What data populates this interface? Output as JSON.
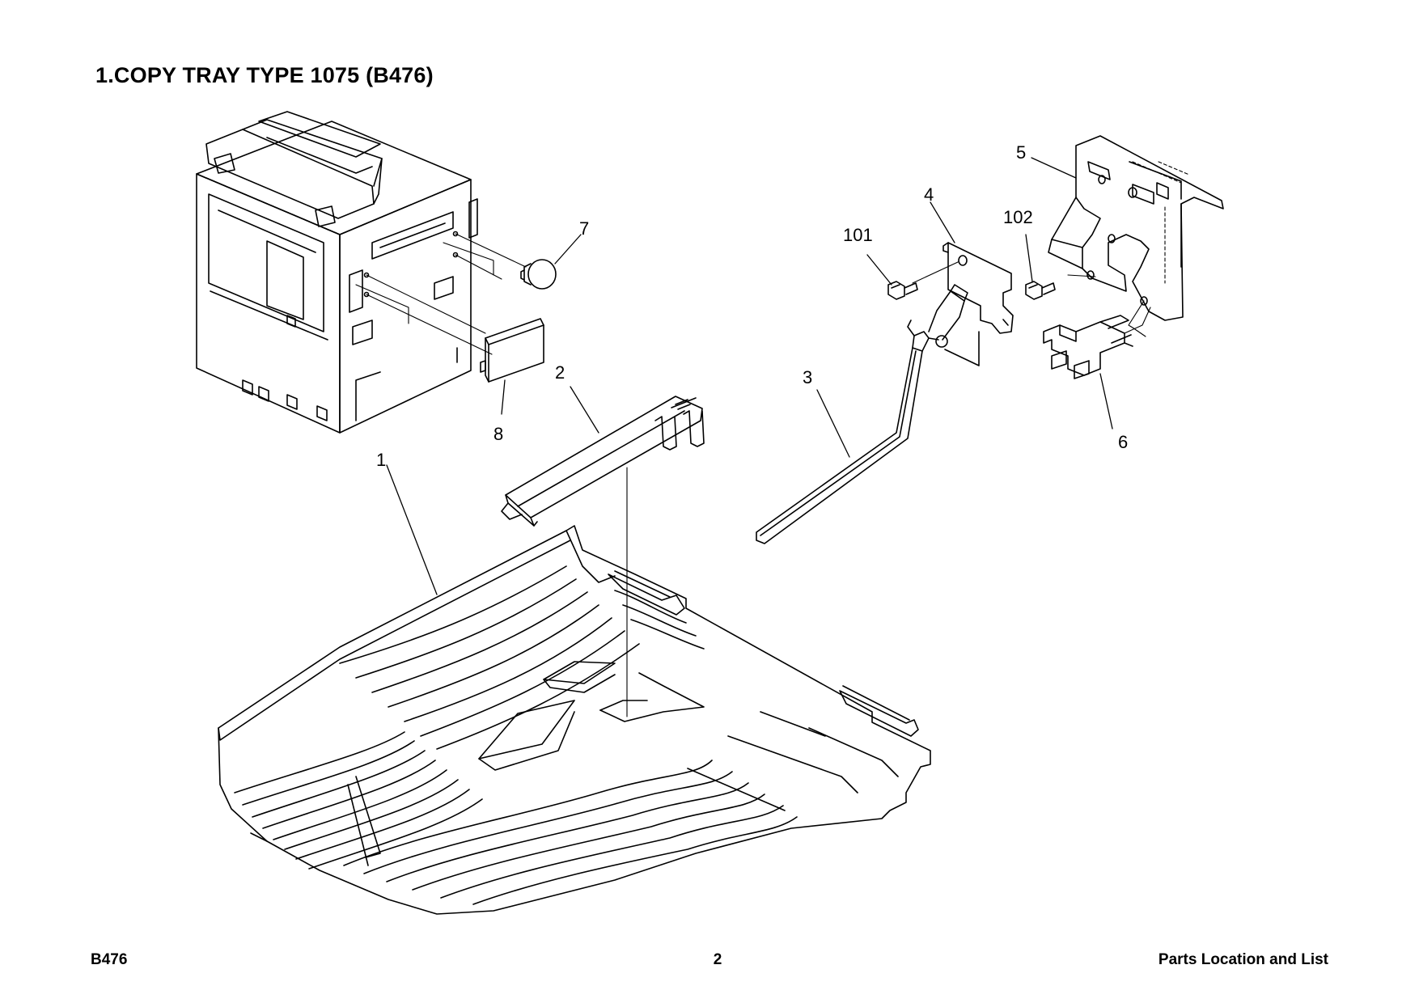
{
  "page": {
    "title": "1.COPY TRAY TYPE 1075 (B476)"
  },
  "callouts": {
    "c1": "1",
    "c2": "2",
    "c3": "3",
    "c4": "4",
    "c5": "5",
    "c6": "6",
    "c7": "7",
    "c8": "8",
    "c101": "101",
    "c102": "102"
  },
  "footer": {
    "model": "B476",
    "page_number": "2",
    "section": "Parts Location and List"
  }
}
